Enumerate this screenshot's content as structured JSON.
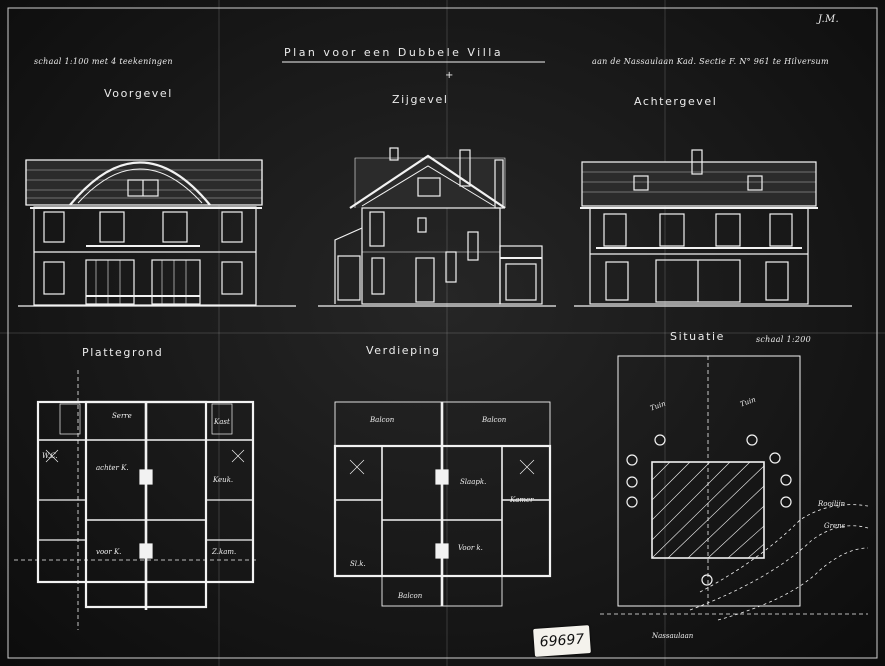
{
  "sheet": {
    "title": "Plan voor een Dubbele Villa",
    "title_ampersand": "+",
    "top_left_note": "schaal 1:100 met 4 teekeningen",
    "top_right_note": "aan de Nassaulaan Kad. Sectie F. N° 961 te Hilversum",
    "signature": "J.M.",
    "stamp_number": "69697"
  },
  "elevations": {
    "front": "Voorgevel",
    "side": "Zijgevel",
    "rear": "Achtergevel"
  },
  "plans": {
    "ground": "Plattegrond",
    "upper": "Verdieping",
    "site": "Situatie",
    "site_scale": "schaal 1:200"
  },
  "ground_rooms": {
    "serre": "Serre",
    "achter_kamer": "achter K.",
    "voor_kamer": "voor K.",
    "keuken": "Keuk.",
    "wc": "W.C.",
    "kast": "Kast",
    "zijkamer": "Z.kam."
  },
  "upper_rooms": {
    "balcon_left": "Balcon",
    "balcon_right": "Balcon",
    "balcon_bottom": "Balcon",
    "slaapkamer": "Slaapk.",
    "kamer": "Kamer",
    "slk": "Sl.k.",
    "voork": "Voor k."
  },
  "site_labels": {
    "tuin_left": "Tuin",
    "tuin_right": "Tuin",
    "road_1": "Rooilijn",
    "road_2": "Grens",
    "street": "Nassaulaan"
  },
  "colors": {
    "paper": "#1b1b1b",
    "line": "#f2f2f2"
  }
}
